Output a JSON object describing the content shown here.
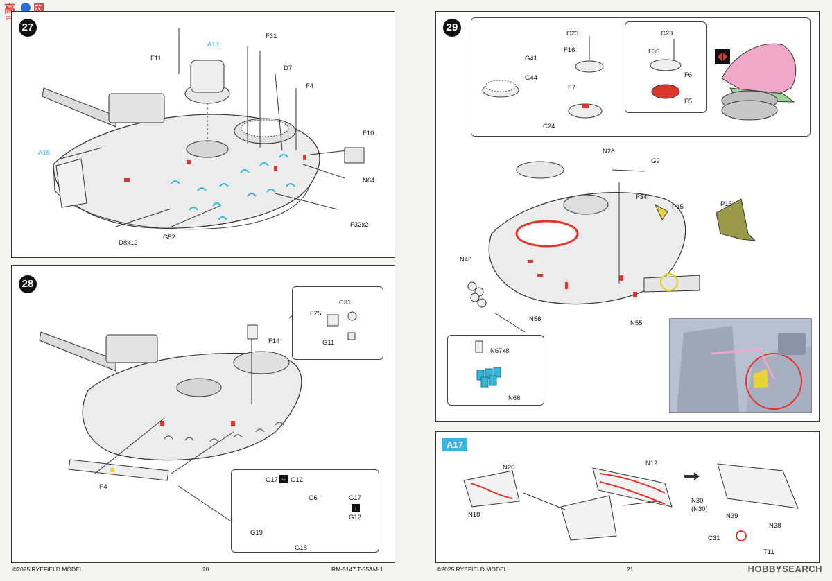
{
  "watermark": {
    "text": "gao.shou.com"
  },
  "left_page": {
    "step27": {
      "number": "27",
      "labels": {
        "f11": "F11",
        "a18_top": "A18",
        "f31": "F31",
        "d7": "D7",
        "f4": "F4",
        "f10": "F10",
        "a18_left": "A18",
        "n64": "N64",
        "f32": "F32x2",
        "d8": "D8x12",
        "g52": "G52"
      }
    },
    "step28": {
      "number": "28",
      "labels": {
        "f14": "F14",
        "f25": "F25",
        "c31": "C31",
        "g11": "G11",
        "p4": "P4",
        "g17a": "G17",
        "g12a": "G12",
        "g6": "G6",
        "g17b": "G17",
        "g12b": "G12",
        "g19": "G19",
        "g18": "G18"
      }
    },
    "footer": {
      "copyright": "©2025 RYEFIELD MODEL",
      "page_number": "20",
      "product": "RM-5147 T-55AM-1"
    }
  },
  "right_page": {
    "step29": {
      "number": "29",
      "labels": {
        "c23a": "C23",
        "f16": "F16",
        "g41": "G41",
        "g44": "G44",
        "f7": "F7",
        "c24": "C24",
        "c23b": "C23",
        "f36": "F36",
        "f6": "F6",
        "f5": "F5",
        "n28": "N28",
        "g9": "G9",
        "f34": "F34",
        "p15a": "P15",
        "p15b": "P15",
        "n46": "N46",
        "n56": "N56",
        "n55": "N55",
        "n67": "N67x8",
        "n66": "N66"
      }
    },
    "a17": {
      "tag": "A17",
      "labels": {
        "n20": "N20",
        "n18": "N18",
        "n12": "N12",
        "n30": "N30",
        "n30b": "(N30)",
        "n39": "N39",
        "n38": "N38",
        "c31": "C31",
        "t11": "T11"
      }
    },
    "footer": {
      "copyright": "©2025 RYEFIELD MODEL",
      "page_number": "21",
      "brand": "HOBBYSEARCH"
    }
  },
  "colors": {
    "part_red": "#e0342b",
    "part_cyan": "#34b6d6",
    "part_pink": "#f0a8c8",
    "part_green": "#9fd49a",
    "part_yellow": "#e8d43a",
    "photo_bg": "#b8bfd0"
  }
}
